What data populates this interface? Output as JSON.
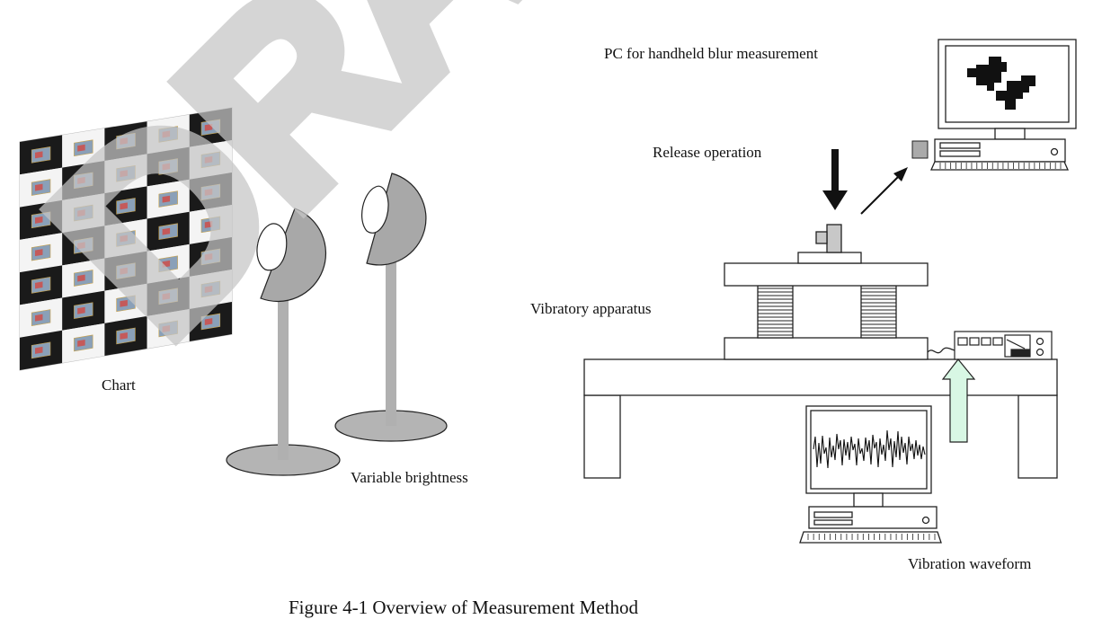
{
  "labels": {
    "pc": "PC for handheld blur measurement",
    "release": "Release operation",
    "vibratory": "Vibratory apparatus",
    "chart": "Chart",
    "brightness": "Variable brightness",
    "waveform": "Vibration waveform"
  },
  "caption": "Figure 4-1 Overview of Measurement Method",
  "watermark": "DRAFT",
  "colors": {
    "lamp_shade": "#a8a8a8",
    "lamp_stand": "#b0b0b0",
    "table_fill": "#ffffff",
    "arrow_green": "#d8f7e4",
    "watermark": "#c6c6c6",
    "checker_dark": "#1a1a1a"
  }
}
